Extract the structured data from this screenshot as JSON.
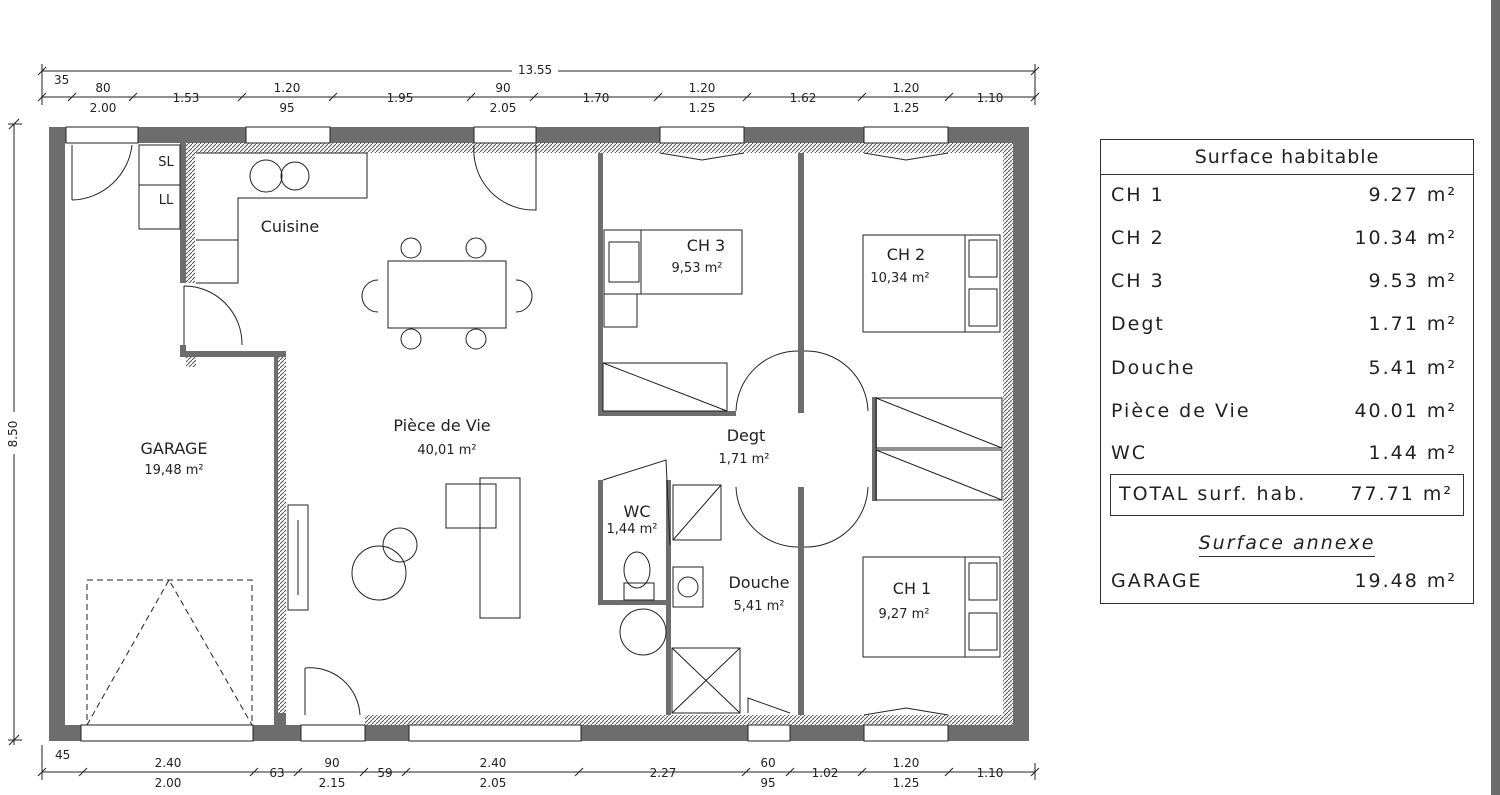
{
  "dims_top_total": "13.55",
  "dims_top": [
    "35",
    "80",
    "2.00",
    "1.53",
    "1.20",
    "95",
    "1.95",
    "90",
    "2.05",
    "1.70",
    "1.20",
    "1.25",
    "1.62",
    "1.20",
    "1.25",
    "1.10"
  ],
  "dims_bottom": [
    "45",
    "2.40",
    "2.00",
    "63",
    "90",
    "2.15",
    "59",
    "2.40",
    "2.05",
    "2.27",
    "60",
    "95",
    "1.02",
    "1.20",
    "1.25",
    "1.10"
  ],
  "dim_left": "8.50",
  "rooms": {
    "cuisine": "Cuisine",
    "sl": "SL",
    "ll": "LL",
    "garage": "GARAGE",
    "garage_area": "19,48 m²",
    "piece": "Pièce de Vie",
    "piece_area": "40,01 m²",
    "ch3": "CH 3",
    "ch3_area": "9,53 m²",
    "ch2": "CH 2",
    "ch2_area": "10,34 m²",
    "ch1": "CH 1",
    "ch1_area": "9,27 m²",
    "degt": "Degt",
    "degt_area": "1,71 m²",
    "wc": "WC",
    "wc_area": "1,44 m²",
    "douche": "Douche",
    "douche_area": "5,41 m²"
  },
  "legend": {
    "title": "Surface habitable",
    "rows": [
      {
        "name": "CH 1",
        "value": "9.27  m²"
      },
      {
        "name": "CH 2",
        "value": "10.34  m²"
      },
      {
        "name": "CH 3",
        "value": "9.53  m²"
      },
      {
        "name": "Degt",
        "value": "1.71  m²"
      },
      {
        "name": "Douche",
        "value": "5.41  m²"
      },
      {
        "name": "Pièce de Vie",
        "value": "40.01  m²"
      },
      {
        "name": "WC",
        "value": "1.44  m²"
      }
    ],
    "total_name": "TOTAL surf. hab.",
    "total_value": "77.71  m²",
    "annexe_title": "Surface annexe",
    "annexe_name": "GARAGE",
    "annexe_value": "19.48  m²"
  }
}
